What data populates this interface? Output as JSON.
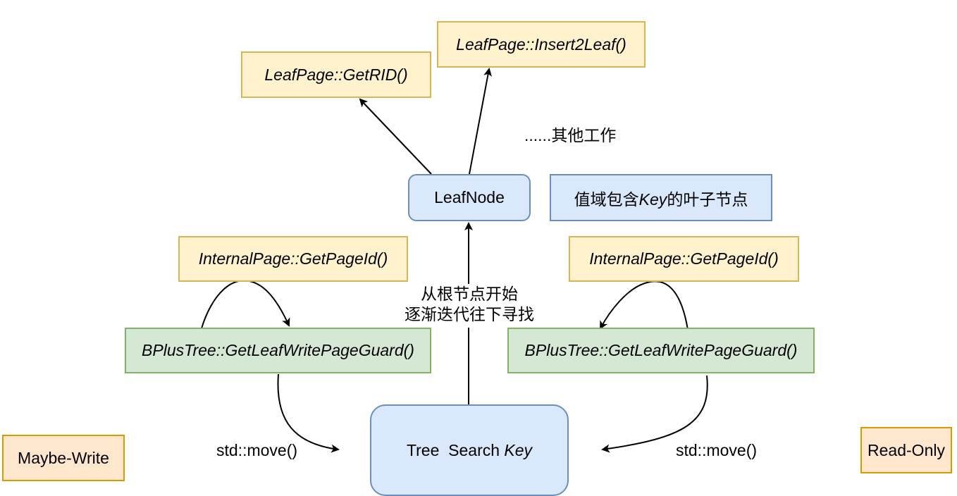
{
  "nodes": {
    "leaf_get_rid": "LeafPage::GetRID()",
    "leaf_insert": "LeafPage::Insert2Leaf()",
    "other_work": "......其他工作",
    "leaf_node": "LeafNode",
    "leaf_desc_prefix": "值域包含",
    "leaf_desc_key": "Key",
    "leaf_desc_suffix": "的叶子节点",
    "internal_left": "InternalPage::GetPageId()",
    "internal_right": "InternalPage::GetPageId()",
    "search_line1": "从根节点开始",
    "search_line2": "逐渐迭代往下寻找",
    "guard_left": "BPlusTree::GetLeafWritePageGuard()",
    "guard_right": "BPlusTree::GetLeafWritePageGuard()",
    "tree_search_prefix": "Tree  Search ",
    "tree_search_key": "Key",
    "move_left": "std::move()",
    "move_right": "std::move()",
    "legend_maybe_write": "Maybe-Write",
    "legend_read_only": "Read-Only"
  },
  "colors": {
    "yellow_fill": "#fff2cc",
    "yellow_border": "#d6b656",
    "blue_fill": "#dae8fc",
    "blue_border": "#6c8ebf",
    "green_fill": "#d5e8d4",
    "green_border": "#82b366",
    "orange_fill": "#ffe6cc",
    "orange_border": "#d79b00"
  }
}
